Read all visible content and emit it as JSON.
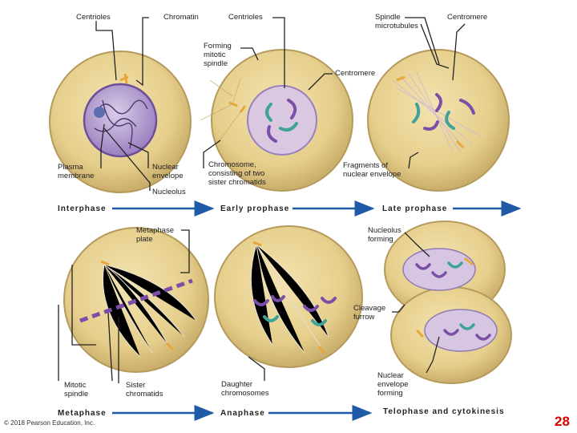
{
  "labels": {
    "centrioles_1": "Centrioles",
    "chromatin": "Chromatin",
    "centrioles_2": "Centrioles",
    "spindle_microtubules": "Spindle\nmicrotubules",
    "centromere_1": "Centromere",
    "forming_mitotic_spindle": "Forming\nmitotic\nspindle",
    "centromere_2": "Centromere",
    "plasma_membrane": "Plasma\nmembrane",
    "nuclear_envelope": "Nuclear\nenvelope",
    "chromosome": "Chromosome,\nconsisting of two\nsister chromatids",
    "fragments": "Fragments of\nnuclear envelope",
    "nucleolus": "Nucleolus",
    "metaphase_plate": "Metaphase\nplate",
    "nucleolus_forming": "Nucleolus\nforming",
    "cleavage_furrow": "Cleavage\nfurrow",
    "mitotic_spindle": "Mitotic\nspindle",
    "sister_chromatids": "Sister\nchromatids",
    "daughter_chromosomes": "Daughter\nchromosomes",
    "nuclear_envelope_forming": "Nuclear\nenvelope\nforming"
  },
  "phases": {
    "interphase": "Interphase",
    "early_prophase": "Early prophase",
    "late_prophase": "Late prophase",
    "metaphase": "Metaphase",
    "anaphase": "Anaphase",
    "telophase": "Telophase and cytokinesis"
  },
  "copyright": "© 2018 Pearson Education, Inc.",
  "page_number": "28",
  "colors": {
    "arrow": "#1f5aa6",
    "cytoplasm": "#e9d28f",
    "nucleus": "#a98fc9",
    "chromatid_teal": "#3fa39a",
    "chromatid_purple": "#7b4fa8",
    "page_number": "#d40000"
  }
}
